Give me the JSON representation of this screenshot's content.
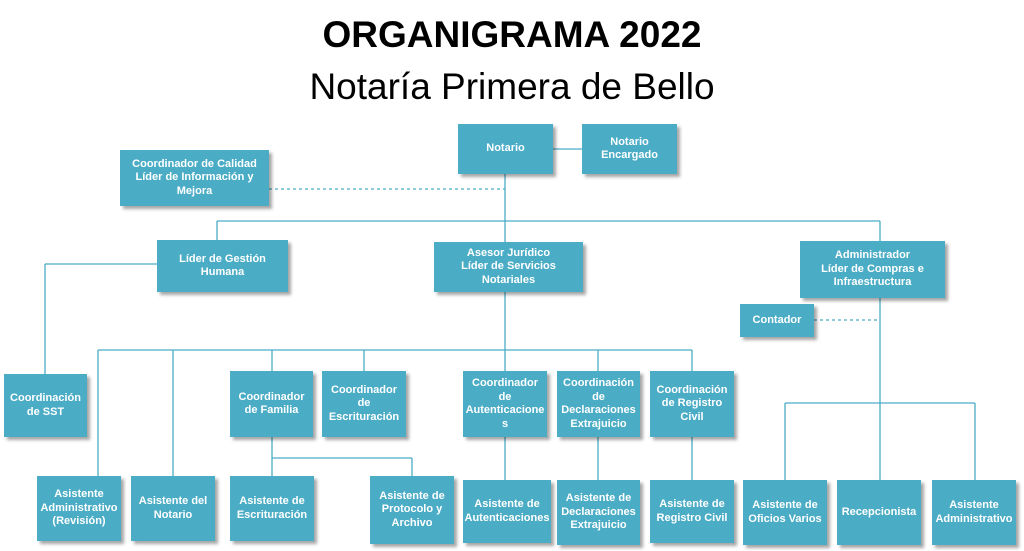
{
  "title": "ORGANIGRAMA 2022",
  "subtitle": "Notaría Primera de Bello",
  "colors": {
    "box": "#4bacc6",
    "line": "#4bacc6",
    "text": "#ffffff"
  },
  "boxes": {
    "notario": [
      "Notario"
    ],
    "notario_encargado": [
      "Notario",
      "Encargado"
    ],
    "coord_calidad": [
      "Coordinador de Calidad",
      "Líder de Información y",
      "Mejora"
    ],
    "lider_gestion_humana": [
      "Líder de Gestión",
      "Humana"
    ],
    "asesor_juridico": [
      "Asesor Jurídico",
      "Líder de Servicios",
      "Notariales"
    ],
    "administrador": [
      "Administrador",
      "Líder de Compras e",
      "Infraestructura"
    ],
    "contador": [
      "Contador"
    ],
    "coord_sst": [
      "Coordinación",
      "de SST"
    ],
    "coord_familia": [
      "Coordinador",
      "de Familia"
    ],
    "coord_escrituracion": [
      "Coordinador",
      "de",
      "Escrituración"
    ],
    "coord_autenticaciones": [
      "Coordinador",
      "de",
      "Autenticacione",
      "s"
    ],
    "coord_declaraciones": [
      "Coordinación",
      "de",
      "Declaraciones",
      "Extrajuicio"
    ],
    "coord_registro_civil": [
      "Coordinación",
      "de Registro",
      "Civil"
    ],
    "asist_admin_revision": [
      "Asistente",
      "Administrativo",
      "(Revisión)"
    ],
    "asist_notario": [
      "Asistente del",
      "Notario"
    ],
    "asist_escrituracion": [
      "Asistente de",
      "Escrituración"
    ],
    "asist_protocolo": [
      "Asistente de",
      "Protocolo y",
      "Archivo"
    ],
    "asist_autenticaciones": [
      "Asistente de",
      "Autenticaciones"
    ],
    "asist_declaraciones": [
      "Asistente de",
      "Declaraciones",
      "Extrajuicio"
    ],
    "asist_registro_civil": [
      "Asistente de",
      "Registro Civil"
    ],
    "asist_oficios_varios": [
      "Asistente de",
      "Oficios Varios"
    ],
    "recepcionista": [
      "Recepcionista"
    ],
    "asist_administrativo": [
      "Asistente",
      "Administrativo"
    ]
  }
}
